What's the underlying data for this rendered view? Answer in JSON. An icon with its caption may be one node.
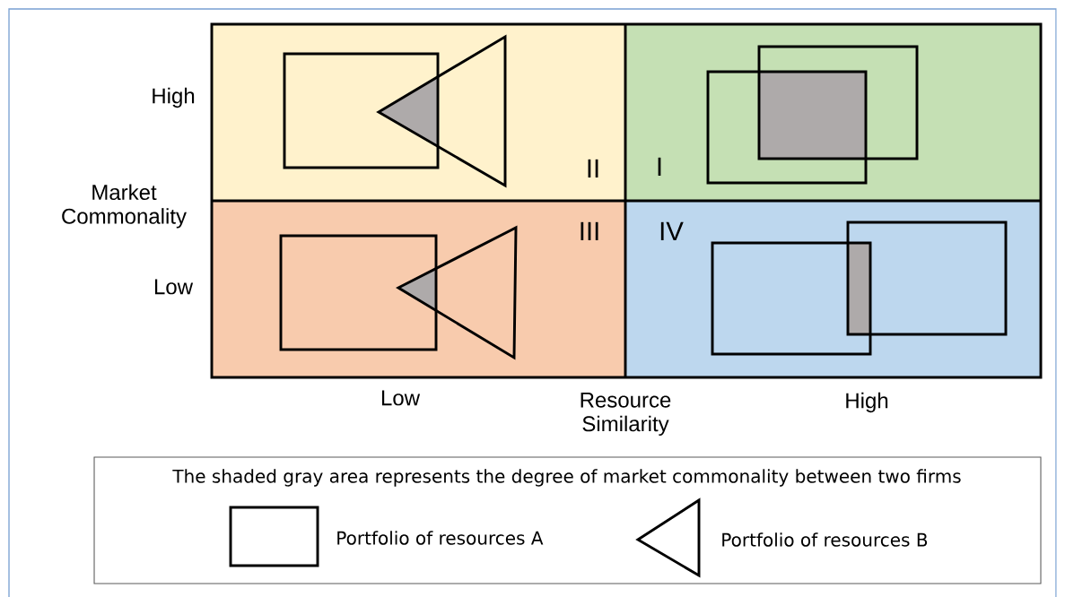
{
  "diagram": {
    "nodes": [
      {
        "text": [
          "II"
        ]
      },
      {
        "text": [
          "I"
        ]
      },
      {
        "text": [
          "III"
        ]
      },
      {
        "text": [
          "IV"
        ]
      }
    ],
    "labels": [
      "High",
      "Market Commonality",
      "Low",
      "Low",
      "Resource Similarity",
      "High",
      "The shaded gray area represents the degree of market commonality between two firms"
    ],
    "legend": [
      {
        "text": "Portfolio of resources A"
      },
      {
        "text": "Portfolio of resources B"
      }
    ]
  }
}
